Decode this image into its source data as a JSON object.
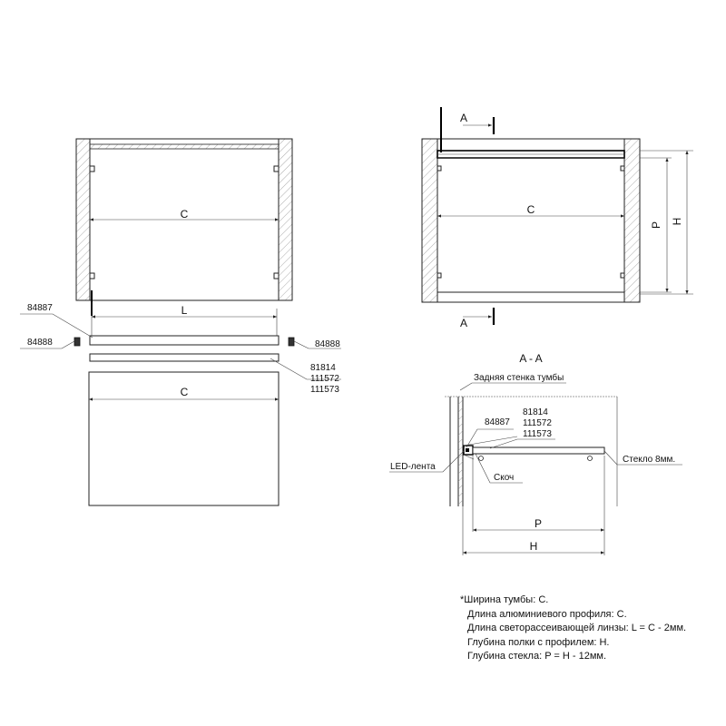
{
  "labels": {
    "dim_c": "C",
    "dim_l": "L",
    "dim_p": "P",
    "dim_h": "H",
    "section_marker": "A",
    "section_title": "A - A",
    "part_84887": "84887",
    "part_84888": "84888",
    "part_81814": "81814",
    "part_111572": "111572",
    "part_111573": "111573",
    "back_wall": "Задняя стенка тумбы",
    "led_strip": "LED-лента",
    "tape": "Скоч",
    "glass": "Стекло 8мм."
  },
  "notes": [
    "*Ширина тумбы: C.",
    "Длина алюминиевого профиля: C.",
    "Длина светорассеивающей линзы: L = C - 2мм.",
    "Глубина полки с профилем: H.",
    "Глубина стекла: P = H - 12мм."
  ]
}
